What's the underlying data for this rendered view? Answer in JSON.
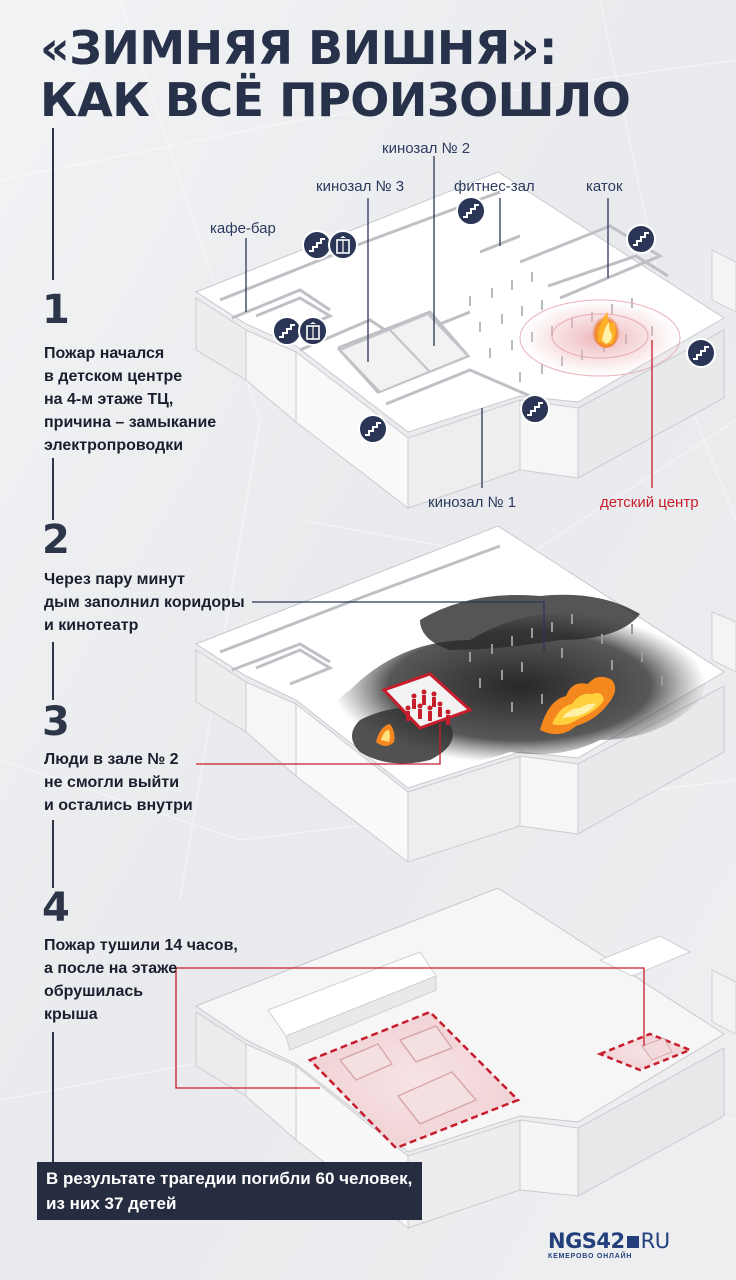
{
  "title": {
    "line1": "«ЗИМНЯЯ ВИШНЯ»:",
    "line2": "КАК ВСЁ ПРОИЗОШЛО"
  },
  "steps": [
    {
      "number": "1",
      "lines": [
        "Пожар начался",
        "в детском центре",
        "на 4-м этаже ТЦ,",
        "причина – замыкание",
        "электропроводки"
      ]
    },
    {
      "number": "2",
      "lines": [
        "Через пару минут",
        "дым заполнил коридоры",
        "и кинотеатр"
      ]
    },
    {
      "number": "3",
      "lines": [
        "Люди в зале № 2",
        "не смогли выйти",
        "и остались внутри"
      ]
    },
    {
      "number": "4",
      "lines": [
        "Пожар тушили 14 часов,",
        "а после на этаже",
        "обрушилась",
        "крыша"
      ]
    }
  ],
  "labels": {
    "cafe_bar": "кафе-бар",
    "cinema3": "кинозал № 3",
    "cinema2": "кинозал № 2",
    "fitness": "фитнес-зал",
    "rink": "каток",
    "cinema1": "кинозал № 1",
    "kids_center": "детский центр"
  },
  "icons": {
    "stairs": "stairs-icon",
    "elevator": "elevator-icon"
  },
  "colors": {
    "accent_red": "#c71d2c",
    "navy": "#2b3556",
    "fire": "#f5a623",
    "smoke": "#2a2a2a"
  },
  "result": {
    "line1": "В результате трагедии погибли 60 человек,",
    "line2": "из них 37 детей"
  },
  "brand": {
    "logo_main": "NGS42",
    "logo_suffix": "RU",
    "subtitle": "КЕМЕРОВО ОНЛАЙН"
  }
}
